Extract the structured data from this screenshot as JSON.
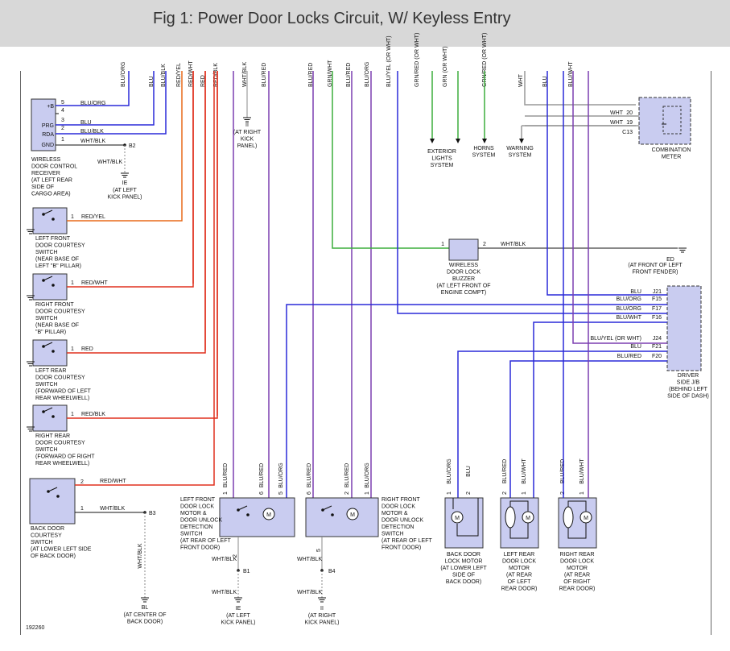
{
  "title": "Fig 1: Power Door Locks Circuit, W/ Keyless Entry",
  "doc_id": "192260",
  "top_wire_labels": [
    "BLU/ORG",
    "BLU",
    "BLU/BLK",
    "RED/YEL",
    "RED/WHT",
    "RED",
    "RED/BLK",
    "WHT/BLK",
    "BLU/RED",
    "BLU/RED",
    "GRN/WHT",
    "BLU/RED",
    "BLU/ORG",
    "BLU/YEL (OR WHT)",
    "GRN/RED (OR WHT)",
    "GRN (OR WHT)",
    "GRN/RED (OR WHT)",
    "WHT",
    "BLU",
    "BLU/WHT"
  ],
  "receiver": {
    "pins": [
      "+B",
      "PRG",
      "RDA",
      "GND"
    ],
    "pin_numbers": [
      "5",
      "4",
      "3",
      "2",
      "1"
    ],
    "wires": [
      "BLU/ORG",
      "BLU",
      "BLU/BLK",
      "WHT/BLK"
    ],
    "label_lines": [
      "WIRELESS",
      "DOOR CONTROL",
      "RECEIVER",
      "(AT LEFT REAR",
      "SIDE OF",
      "CARGO AREA)"
    ],
    "splice": "B2",
    "ground_wire": "WHT/BLK",
    "ground_code": "IE",
    "ground_lines": [
      "(AT LEFT",
      "KICK PANEL)"
    ]
  },
  "right_kick_ground": {
    "code": "II",
    "lines": [
      "(AT RIGHT",
      "KICK",
      "PANEL)"
    ]
  },
  "systems": [
    {
      "lines": [
        "EXTERIOR",
        "LIGHTS",
        "SYSTEM"
      ]
    },
    {
      "lines": [
        "HORNS",
        "SYSTEM"
      ]
    },
    {
      "lines": [
        "WARNING",
        "SYSTEM"
      ]
    }
  ],
  "combination_meter": {
    "wires": [
      "WHT",
      "WHT"
    ],
    "pins": [
      "20",
      "19"
    ],
    "connector": "C13",
    "lines": [
      "COMBINATION",
      "METER"
    ]
  },
  "courtesy_switches": [
    {
      "pin": "1",
      "wire": "RED/YEL",
      "lines": [
        "LEFT FRONT",
        "DOOR COURTESY",
        "SWITCH",
        "(NEAR BASE OF",
        "LEFT \"B\" PILLAR)"
      ]
    },
    {
      "pin": "1",
      "wire": "RED/WHT",
      "lines": [
        "RIGHT FRONT",
        "DOOR COURTESY",
        "SWITCH",
        "(NEAR BASE OF",
        "\"B\" PILLAR)"
      ]
    },
    {
      "pin": "1",
      "wire": "RED",
      "lines": [
        "LEFT REAR",
        "DOOR COURTESY",
        "SWITCH",
        "(FORWARD OF LEFT",
        "REAR WHEELWELL)"
      ]
    },
    {
      "pin": "1",
      "wire": "RED/BLK",
      "lines": [
        "RIGHT REAR",
        "DOOR COURTESY",
        "SWITCH",
        "(FORWARD OF RIGHT",
        "REAR WHEELWELL)"
      ]
    }
  ],
  "buzzer": {
    "pins": [
      "1",
      "2"
    ],
    "wire": "WHT/BLK",
    "lines": [
      "WIRELESS",
      "DOOR LOCK",
      "BUZZER",
      "(AT LEFT FRONT OF",
      "ENGINE COMPT)"
    ],
    "ground_code": "ED",
    "ground_lines": [
      "(AT FRONT OF LEFT",
      "FRONT FENDER)"
    ]
  },
  "junction_block": {
    "rows": [
      {
        "wire": "BLU",
        "pin": "J21"
      },
      {
        "wire": "BLU/ORG",
        "pin": "F15"
      },
      {
        "wire": "BLU/ORG",
        "pin": "F17"
      },
      {
        "wire": "BLU/WHT",
        "pin": "F16"
      },
      {
        "wire": "BLU/YEL (OR WHT)",
        "pin": "J24"
      },
      {
        "wire": "BLU",
        "pin": "F21"
      },
      {
        "wire": "BLU/RED",
        "pin": "F20"
      }
    ],
    "lines": [
      "DRIVER",
      "SIDE J/B",
      "(BEHIND LEFT",
      "SIDE OF DASH)"
    ]
  },
  "back_door_switch": {
    "pins": [
      "2",
      "1"
    ],
    "wires": [
      "RED/WHT",
      "WHT/BLK"
    ],
    "splice": "B3",
    "lines": [
      "BACK DOOR",
      "COURTESY",
      "SWITCH",
      "(AT LOWER LEFT SIDE",
      "OF BACK DOOR)"
    ],
    "ground_wire": "WHT/BLK",
    "ground_code": "BL",
    "ground_lines": [
      "(AT CENTER OF",
      "BACK DOOR)"
    ]
  },
  "lf_motor": {
    "pins": [
      "1",
      "2",
      "6",
      "5"
    ],
    "wires": [
      "WHT/BLK",
      "BLU/RED",
      "BLU/ORG"
    ],
    "lines": [
      "LEFT FRONT",
      "DOOR LOCK",
      "MOTOR &",
      "DOOR UNLOCK",
      "DETECTION",
      "SWITCH",
      "(AT REAR OF LEFT",
      "FRONT DOOR)"
    ],
    "splice": "B1",
    "bottom_wire": "WHT/BLK",
    "bottom_wire2": "WHT/BLK",
    "ground_code": "IE",
    "ground_lines": [
      "(AT LEFT",
      "KICK PANEL)"
    ]
  },
  "rf_motor": {
    "pins": [
      "6",
      "2",
      "1",
      "5"
    ],
    "wires": [
      "BLU/RED",
      "BLU/RED",
      "BLU/ORG",
      "WHT/BLK"
    ],
    "lines": [
      "RIGHT FRONT",
      "DOOR LOCK",
      "MOTOR &",
      "DOOR UNLOCK",
      "DETECTION",
      "SWITCH",
      "(AT REAR OF LEFT",
      "FRONT DOOR)"
    ],
    "splice": "B4",
    "bottom_wire": "WHT/BLK",
    "ground_code": "II",
    "ground_lines": [
      "(AT RIGHT",
      "KICK PANEL)"
    ]
  },
  "rear_motors": [
    {
      "pins": [
        "1",
        "2"
      ],
      "wires": [
        "BLU/ORG",
        "BLU"
      ],
      "lines": [
        "BACK DOOR",
        "LOCK MOTOR",
        "(AT LOWER LEFT",
        "SIDE OF",
        "BACK DOOR)"
      ]
    },
    {
      "pins": [
        "2",
        "1"
      ],
      "wires": [
        "BLU/RED",
        "BLU/WHT"
      ],
      "lines": [
        "LEFT REAR",
        "DOOR LOCK",
        "MOTOR",
        "(AT REAR",
        "OF LEFT",
        "REAR DOOR)"
      ]
    },
    {
      "pins": [
        "2",
        "1"
      ],
      "wires": [
        "BLU/RED",
        "BLU/WHT"
      ],
      "lines": [
        "RIGHT REAR",
        "DOOR LOCK",
        "MOTOR",
        "(AT REAR",
        "OF RIGHT",
        "REAR DOOR)"
      ]
    }
  ],
  "motor_symbol": "M",
  "colors": {
    "red": "#e0301e",
    "blue": "#2a2ad8",
    "purple": "#7b3fb0",
    "green": "#3cae3c",
    "orange": "#e86a1a",
    "gray": "#999999",
    "box": "#c9ccf0"
  }
}
